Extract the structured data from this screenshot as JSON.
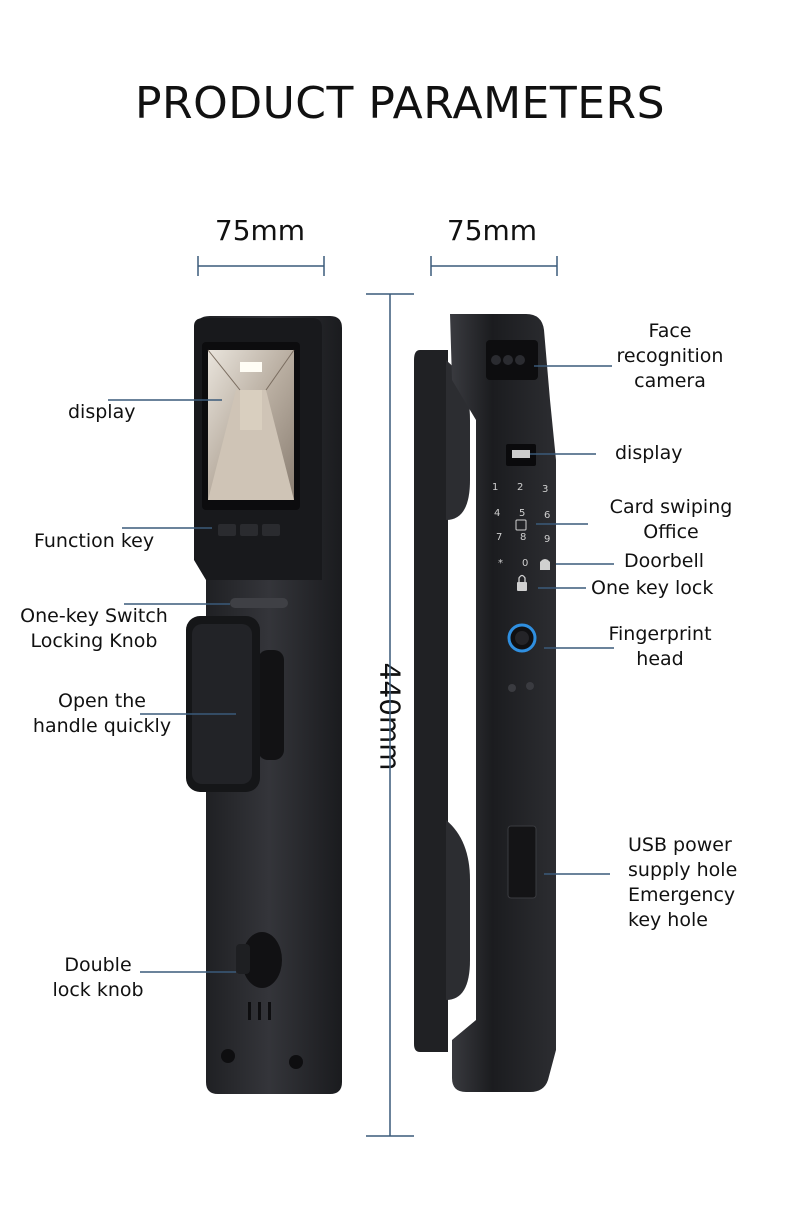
{
  "title": "PRODUCT PARAMETERS",
  "dimensions": {
    "front_width": "75mm",
    "side_width": "75mm",
    "height": "440mm"
  },
  "labels": {
    "display_front": "display",
    "function_key": "Function key",
    "switch_knob_line1": "One-key Switch",
    "switch_knob_line2": "Locking Knob",
    "handle_line1": "Open the",
    "handle_line2": "handle quickly",
    "double_knob_line1": "Double",
    "double_knob_line2": "lock knob",
    "face_cam_line1": "Face",
    "face_cam_line2": "recognition",
    "face_cam_line3": "camera",
    "display_side": "display",
    "card_line1": "Card swiping",
    "card_line2": "Office",
    "doorbell": "Doorbell",
    "one_key_lock": "One key lock",
    "fingerprint_line1": "Fingerprint",
    "fingerprint_line2": "head",
    "usb_line1": "USB power",
    "usb_line2": "supply hole",
    "usb_line3": "Emergency",
    "usb_line4": "key hole"
  },
  "keypad": [
    "1",
    "2",
    "3",
    "4",
    "5",
    "6",
    "7",
    "8",
    "9",
    "*",
    "0"
  ],
  "colors": {
    "lock_body": "#2a2b2e",
    "lock_dark": "#141416",
    "leader_line": "#3a5a7a",
    "fingerprint_ring": "#2f8fe0"
  }
}
